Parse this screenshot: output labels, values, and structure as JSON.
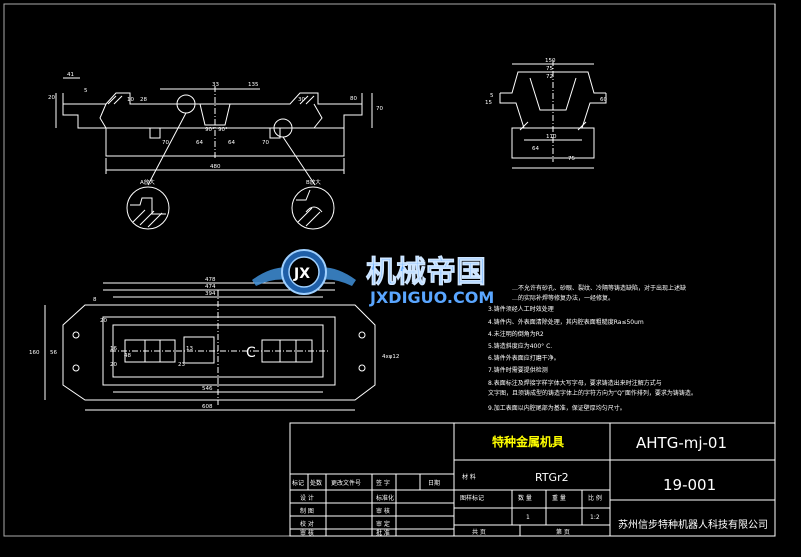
{
  "colors": {
    "background": "#000000",
    "line": "#ffffff",
    "highlight": "#ffff00",
    "watermark": "#3f8fd8",
    "frame": "#aaaaaa"
  },
  "views": {
    "front_top_dims": [
      "41",
      "20",
      "5",
      "33",
      "135",
      "28",
      "10",
      "30",
      "70",
      "80"
    ],
    "front_mid_dims": [
      "70",
      "64",
      "90°",
      "90°",
      "64",
      "70"
    ],
    "front_bottom_dim": "480",
    "section_a_label": "A放大",
    "section_b_label": "B放大",
    "side_dims": [
      "150",
      "75",
      "72",
      "5",
      "15",
      "110",
      "64",
      "60",
      "75"
    ],
    "plan_dims": [
      "478",
      "474",
      "394",
      "8",
      "20",
      "160",
      "56",
      "16",
      "48",
      "20",
      "23",
      "13",
      "546",
      "608",
      "4xφ12"
    ],
    "plan_center_mark": "C"
  },
  "notes": {
    "line1": "…不允许有砂孔、砂眼、裂纹、冷隔等铸造缺陷，对于出现上述缺",
    "line2": "…的实际补焊等修复办法，一经修复。",
    "items": [
      "3.铸件须经人工时效处理",
      "4.铸件内、外表面清除处理，其内腔表面粗糙度Ra≤50um",
      "4.未注明的倒角为R2",
      "5.铸造斜度应为400° C.",
      "6.铸件外表面应打磨干净。",
      "7.铸件时需要提供检测",
      "8.表面标注及焊接字样字体大写字母，要求铸造出来时注解方式与",
      "文字图，且须铸成型的铸造字体上的字符方向为“Q”面作排列，要求为铸铸造。",
      "9.加工表面以内腔尾部为基准，保证壁厚均匀尺寸。"
    ]
  },
  "watermark": {
    "cn": "机械帝国",
    "en": "JXDIGUO.COM",
    "logo_letters": "JX"
  },
  "title_block": {
    "part_name": "特种金属机具",
    "drawing_code": "AHTG-mj-01",
    "drawing_number": "19-001",
    "material_label": "材 料",
    "material": "RTGr2",
    "company": "苏州信步特种机器人科技有限公司",
    "row_headers": [
      "标记",
      "处数",
      "更改文件号",
      "签 字",
      "日期"
    ],
    "role_labels": [
      "设 计",
      "制 图",
      "校 对",
      "审 核"
    ],
    "sign_labels": [
      "标准化",
      "审 核",
      "审 定",
      "批 准"
    ],
    "attr_headers": [
      "图样标记",
      "数 量",
      "重 量",
      "比 例"
    ],
    "quantity": "1",
    "scale": "1:2",
    "sheet_labels": [
      "共 页",
      "第 页"
    ]
  }
}
